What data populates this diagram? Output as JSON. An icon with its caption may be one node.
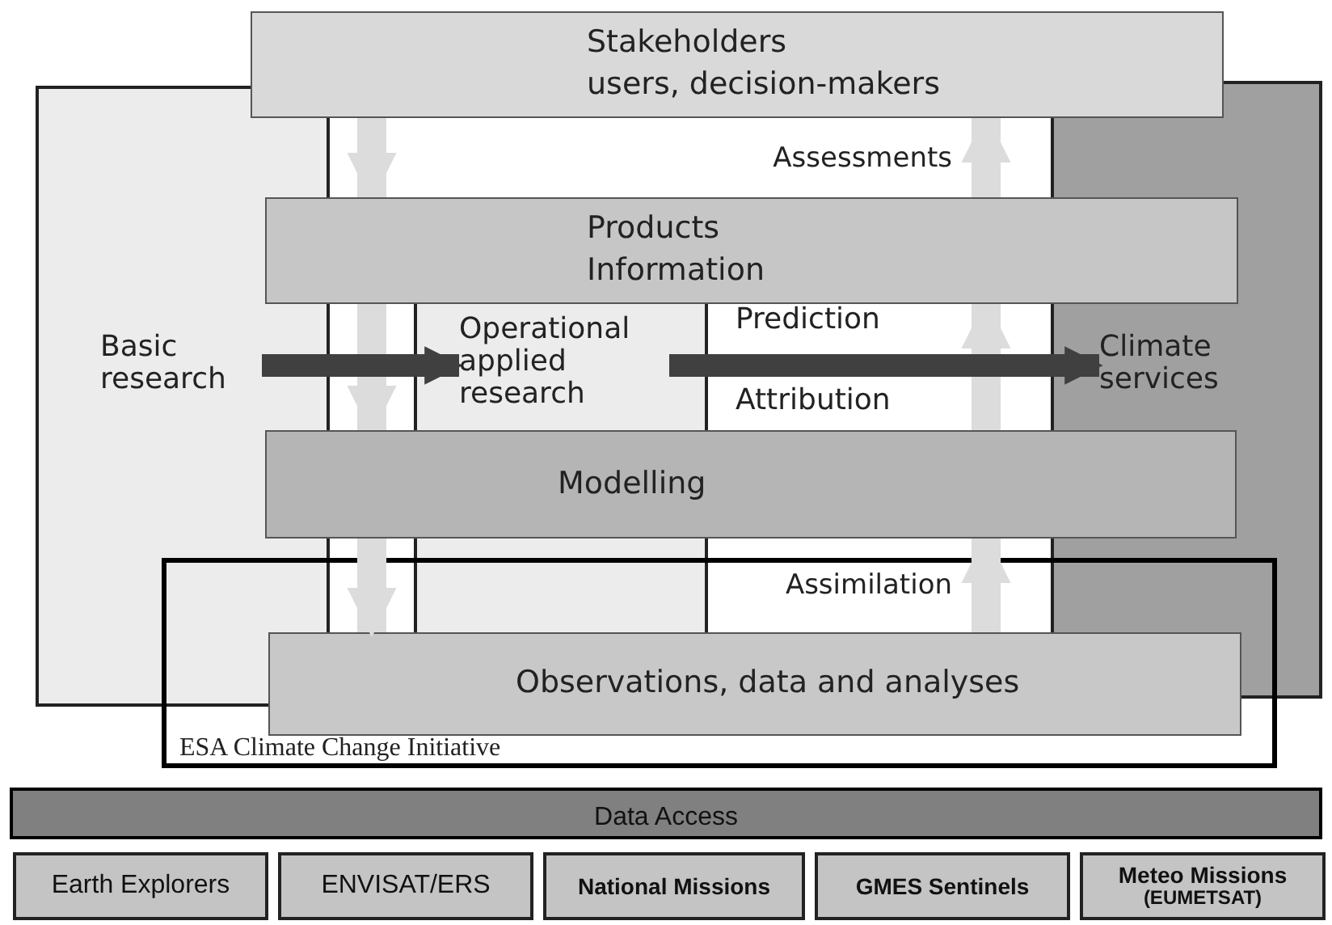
{
  "diagram": {
    "nodes": [
      {
        "text": [
          "Stakeholders",
          "users, decision-makers"
        ]
      },
      {
        "text": [
          "Products",
          "Information"
        ]
      },
      {
        "text": [
          "Basic research"
        ]
      },
      {
        "text": [
          "Operational applied research"
        ]
      },
      {
        "text": [
          "Climate services"
        ]
      },
      {
        "text": [
          "Modelling"
        ]
      },
      {
        "text": [
          "ESA Climate Change Initiative"
        ]
      },
      {
        "text": [
          "Observations, data and analyses"
        ],
        "in": 6
      },
      {
        "text": [
          "Data Access"
        ]
      },
      {
        "text": [
          "Earth Explorers"
        ]
      },
      {
        "text": [
          "ENVISAT/ERS"
        ]
      },
      {
        "text": [
          "National Missions"
        ]
      },
      {
        "text": [
          "GMES Sentinels"
        ]
      },
      {
        "text": [
          "Meteo Missions",
          "(EUMETSAT)"
        ]
      }
    ],
    "edges": [
      {
        "from": 0,
        "to": 1,
        "arrow": "to"
      },
      {
        "from": 1,
        "to": 5,
        "arrow": "to"
      },
      {
        "from": 5,
        "to": 7,
        "arrow": "to"
      },
      {
        "from": 7,
        "to": 5,
        "arrow": "to",
        "label": "Assimilation"
      },
      {
        "from": 5,
        "to": 1,
        "arrow": "to"
      },
      {
        "from": 1,
        "to": 0,
        "arrow": "to",
        "label": "Assessments"
      },
      {
        "from": 2,
        "to": 3,
        "arrow": "to",
        "color": "#404040"
      },
      {
        "from": 3,
        "to": 4,
        "arrow": "to",
        "color": "#404040"
      }
    ],
    "labels": [
      "Prediction",
      "Attribution"
    ]
  }
}
